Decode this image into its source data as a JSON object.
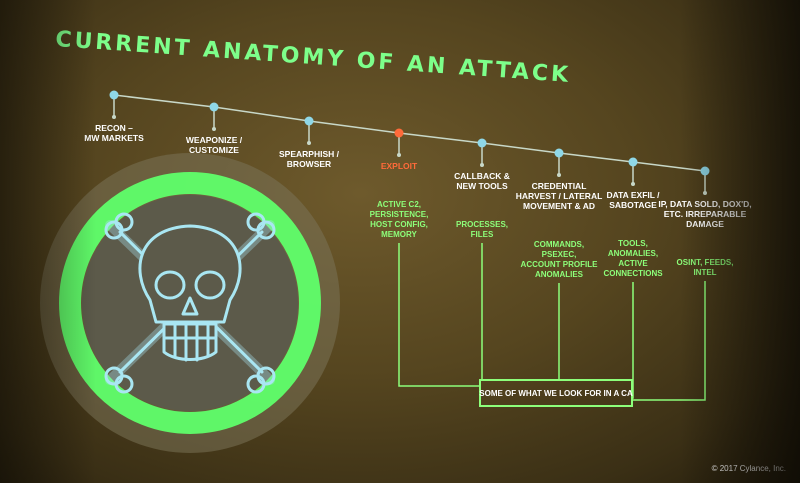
{
  "slide": {
    "title": "CURRENT ANATOMY OF AN ATTACK",
    "stages": [
      {
        "label": [
          "RECON –",
          "MW MARKETS"
        ],
        "highlight": false
      },
      {
        "label": [
          "WEAPONIZE /",
          "CUSTOMIZE"
        ],
        "highlight": false
      },
      {
        "label": [
          "SPEARPHISH /",
          "BROWSER"
        ],
        "highlight": false
      },
      {
        "label": [
          "EXPLOIT"
        ],
        "highlight": true
      },
      {
        "label": [
          "CALLBACK &",
          "NEW TOOLS"
        ],
        "highlight": false
      },
      {
        "label": [
          "CREDENTIAL",
          "HARVEST / LATERAL",
          "MOVEMENT & AD"
        ],
        "highlight": false
      },
      {
        "label": [
          "DATA EXFIL /",
          "SABOTAGE"
        ],
        "highlight": false
      },
      {
        "label": [
          "IP, DATA SOLD, DOX'D,",
          "ETC. IRREPARABLE",
          "DAMAGE"
        ],
        "highlight": false
      }
    ],
    "look_for": [
      {
        "stage": 3,
        "lines": [
          "ACTIVE C2,",
          "PERSISTENCE,",
          "HOST CONFIG,",
          "MEMORY"
        ]
      },
      {
        "stage": 4,
        "lines": [
          "PROCESSES,",
          "FILES"
        ]
      },
      {
        "stage": 5,
        "lines": [
          "COMMANDS,",
          "PSEXEC,",
          "ACCOUNT PROFILE",
          "ANOMALIES"
        ]
      },
      {
        "stage": 6,
        "lines": [
          "TOOLS,",
          "ANOMALIES,",
          "ACTIVE",
          "CONNECTIONS"
        ]
      },
      {
        "stage": 7,
        "lines": [
          "OSINT, FEEDS,",
          "INTEL"
        ]
      }
    ],
    "summary_box": "SOME OF WHAT WE LOOK FOR IN A CA",
    "copyright": "© 2017 Cylance, Inc.",
    "colors": {
      "accent": "#7dff8a",
      "exploit": "#ff6a3a",
      "node": "#8fd8e8",
      "line": "#c8d8c8",
      "ring": "#5fff6a"
    }
  }
}
